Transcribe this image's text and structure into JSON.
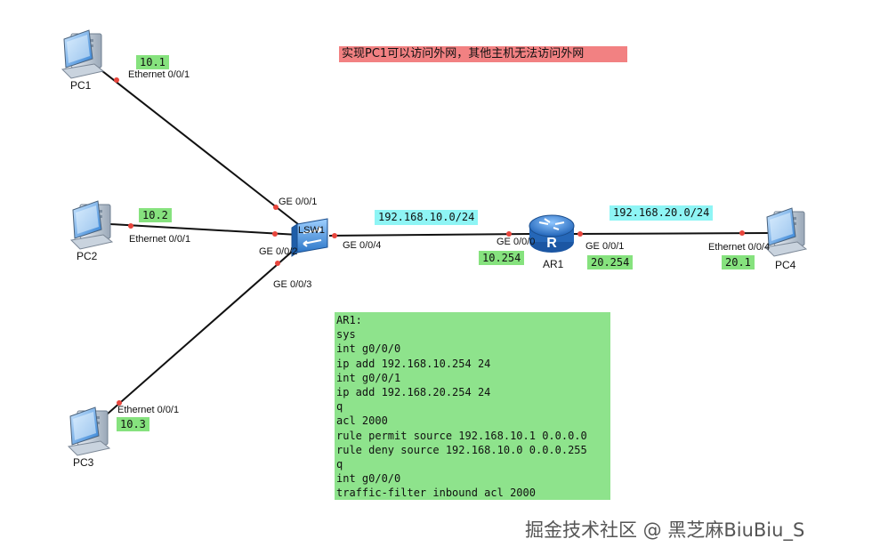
{
  "note": "实现PC1可以访问外网，其他主机无法访问外网",
  "devices": {
    "pc1": "PC1",
    "pc2": "PC2",
    "pc3": "PC3",
    "pc4": "PC4",
    "switch": "LSW1",
    "router": "AR1"
  },
  "ports": {
    "pc1_eth": "Ethernet 0/0/1",
    "pc2_eth": "Ethernet 0/0/1",
    "pc3_eth": "Ethernet 0/0/1",
    "pc4_eth": "Ethernet 0/0/4",
    "sw_ge1": "GE 0/0/1",
    "sw_ge2": "GE 0/0/2",
    "sw_ge3": "GE 0/0/3",
    "sw_ge4": "GE 0/0/4",
    "ar_ge0": "GE 0/0/0",
    "ar_ge1": "GE 0/0/1"
  },
  "addresses": {
    "pc1": "10.1",
    "pc2": "10.2",
    "pc3": "10.3",
    "pc4": "20.1",
    "ar_g0": "10.254",
    "ar_g1": "20.254"
  },
  "networks": {
    "left": "192.168.10.0/24",
    "right": "192.168.20.0/24"
  },
  "config": [
    "AR1:",
    "sys",
    "int g0/0/0",
    "ip add 192.168.10.254 24",
    "int g0/0/1",
    "ip add 192.168.20.254 24",
    "q",
    "acl 2000",
    "rule permit source 192.168.10.1 0.0.0.0",
    "rule deny source 192.168.10.0 0.0.0.255",
    "q",
    "int g0/0/0",
    "traffic-filter inbound acl 2000"
  ],
  "watermark": "掘金技术社区 @ 黑芝麻BiuBiu_S",
  "colors": {
    "banner": "#f28182",
    "address_tag": "#86e27e",
    "network_tag": "#8ef5f5",
    "config_box": "#8ee38c",
    "port_dot": "#e8453c"
  }
}
